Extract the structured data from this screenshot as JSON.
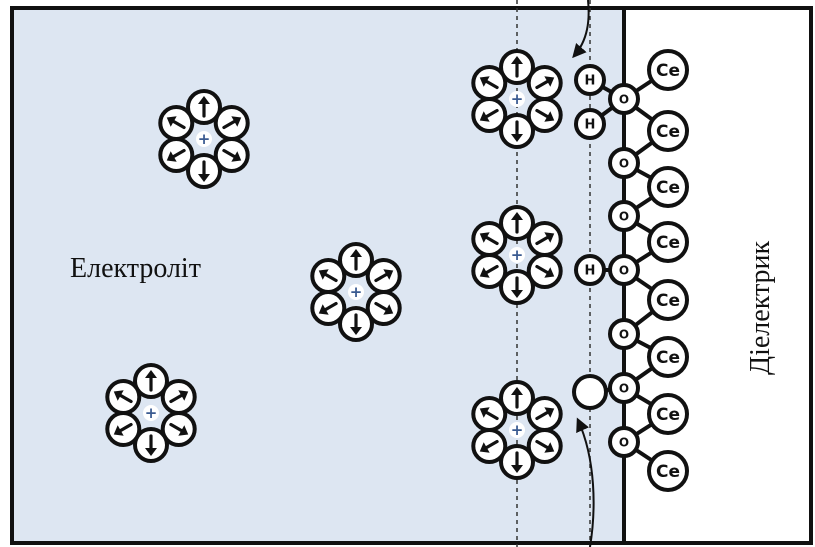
{
  "labels": {
    "electrolyte": "Електроліт",
    "dielectric": "Діелектрик"
  },
  "symbols": {
    "cation": "+",
    "hydrogen": "H",
    "oxygen": "O",
    "cerium": "Ce"
  },
  "colors": {
    "electrolyte_fill": "#dde6f2",
    "dielectric_fill": "#ffffff",
    "outline": "#111111",
    "cation_plus": "#e0a020",
    "cation_plus_inner": "#3a5a90"
  },
  "icons": {
    "water_molecule": "circle-with-dipole-arrow",
    "flow_arrow": "curved-arrow",
    "vacancy": "empty-circle"
  }
}
